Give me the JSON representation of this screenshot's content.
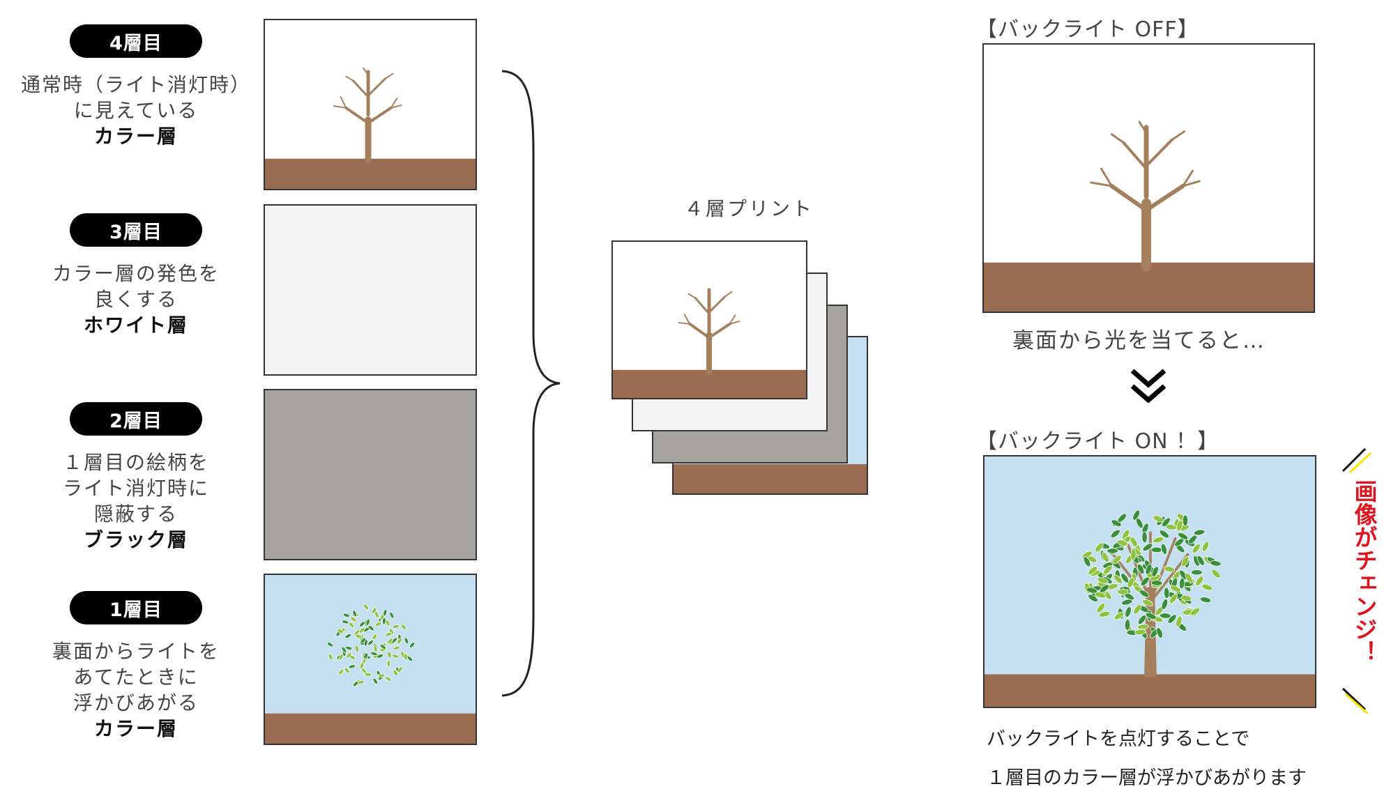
{
  "layers": [
    {
      "badge": "4層目",
      "lines": [
        "通常時（ライト消灯時）",
        "に見えている"
      ],
      "name": "カラー層"
    },
    {
      "badge": "3層目",
      "lines": [
        "カラー層の発色を",
        "良くする"
      ],
      "name": "ホワイト層"
    },
    {
      "badge": "2層目",
      "lines": [
        "１層目の絵柄を",
        "ライト消灯時に",
        "隠蔽する"
      ],
      "name": "ブラック層"
    },
    {
      "badge": "1層目",
      "lines": [
        "裏面からライトを",
        "あてたときに",
        "浮かびあがる"
      ],
      "name": "カラー層"
    }
  ],
  "stack_label": "４層プリント",
  "off_label": "【バックライト OFF】",
  "caption_off": "裏面から光を当てると…",
  "on_label": "【バックライト ON ！】",
  "change_text": "画像がチェンジ！",
  "footer_lines": [
    "バックライトを点灯することで",
    "１層目のカラー層が浮かびあがります"
  ],
  "colors": {
    "ground": "#9a6c52",
    "sky": "#c5e0f1",
    "white_layer": "#f3f3f3",
    "black_layer": "#a6a49f",
    "trunk": "#a37f5c",
    "leaf_dark": "#3a8f3c",
    "leaf_light": "#8fc23f",
    "accent_red": "#e0141e",
    "accent_yellow": "#ffe100"
  },
  "icons": [
    "bare-tree-icon",
    "leafy-tree-icon",
    "curly-brace-icon",
    "double-chevron-down-icon"
  ]
}
